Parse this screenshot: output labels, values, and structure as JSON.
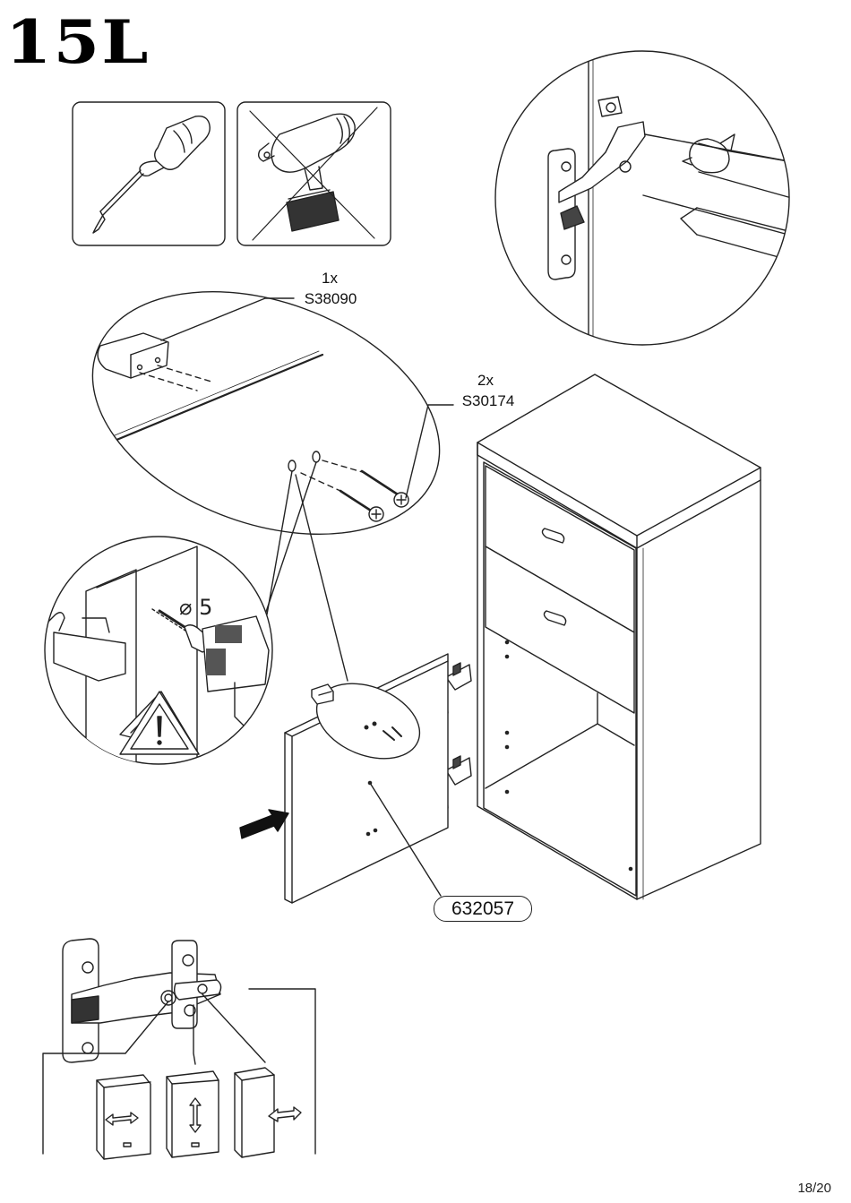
{
  "step": {
    "number": "15L"
  },
  "tools": {
    "screwdriver_icon": "screwdriver-icon",
    "drill_icon": "power-drill-crossed-out-icon",
    "drill_allowed": false
  },
  "parts": {
    "handle": {
      "quantity": "1x",
      "code": "S38090"
    },
    "screws": {
      "quantity": "2x",
      "code": "S30174"
    },
    "door_panel": {
      "code": "632057"
    }
  },
  "drill": {
    "diameter": "5"
  },
  "warning_icon": "warning-triangle-icon",
  "footer": {
    "page": "18/20"
  }
}
